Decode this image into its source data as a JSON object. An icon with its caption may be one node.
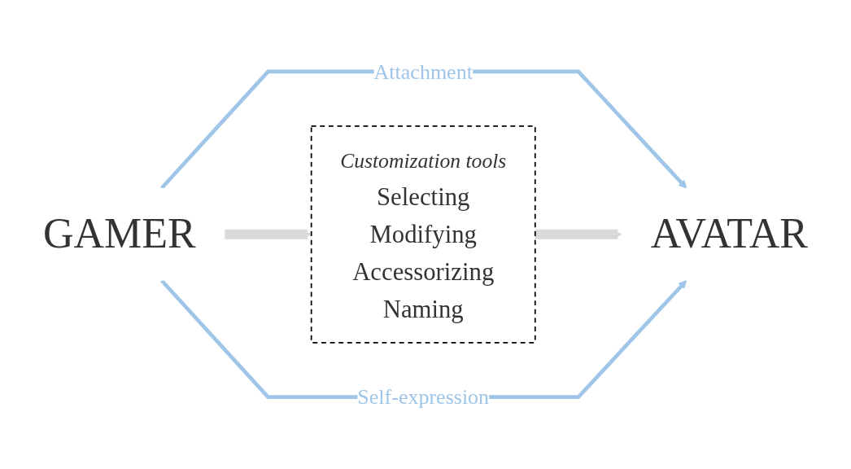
{
  "diagram": {
    "nodes": [
      {
        "text": [
          "GAMER"
        ]
      },
      {
        "text": [
          "Customization tools",
          "Selecting",
          "Modifying",
          "Accessorizing",
          "Naming"
        ]
      },
      {
        "text": [
          "AVATAR"
        ]
      }
    ],
    "edges": [
      {
        "from": 0,
        "to": 2,
        "arrow": "to",
        "label": "Attachment",
        "color": "#9fc5e8"
      },
      {
        "from": 0,
        "to": 1,
        "arrow": "to",
        "style": "thick",
        "color": "#d9d9d9"
      },
      {
        "from": 1,
        "to": 2,
        "arrow": "to",
        "style": "thick",
        "color": "#d9d9d9"
      },
      {
        "from": 0,
        "to": 2,
        "arrow": "to",
        "label": "Self-expression",
        "color": "#9fc5e8"
      }
    ]
  }
}
